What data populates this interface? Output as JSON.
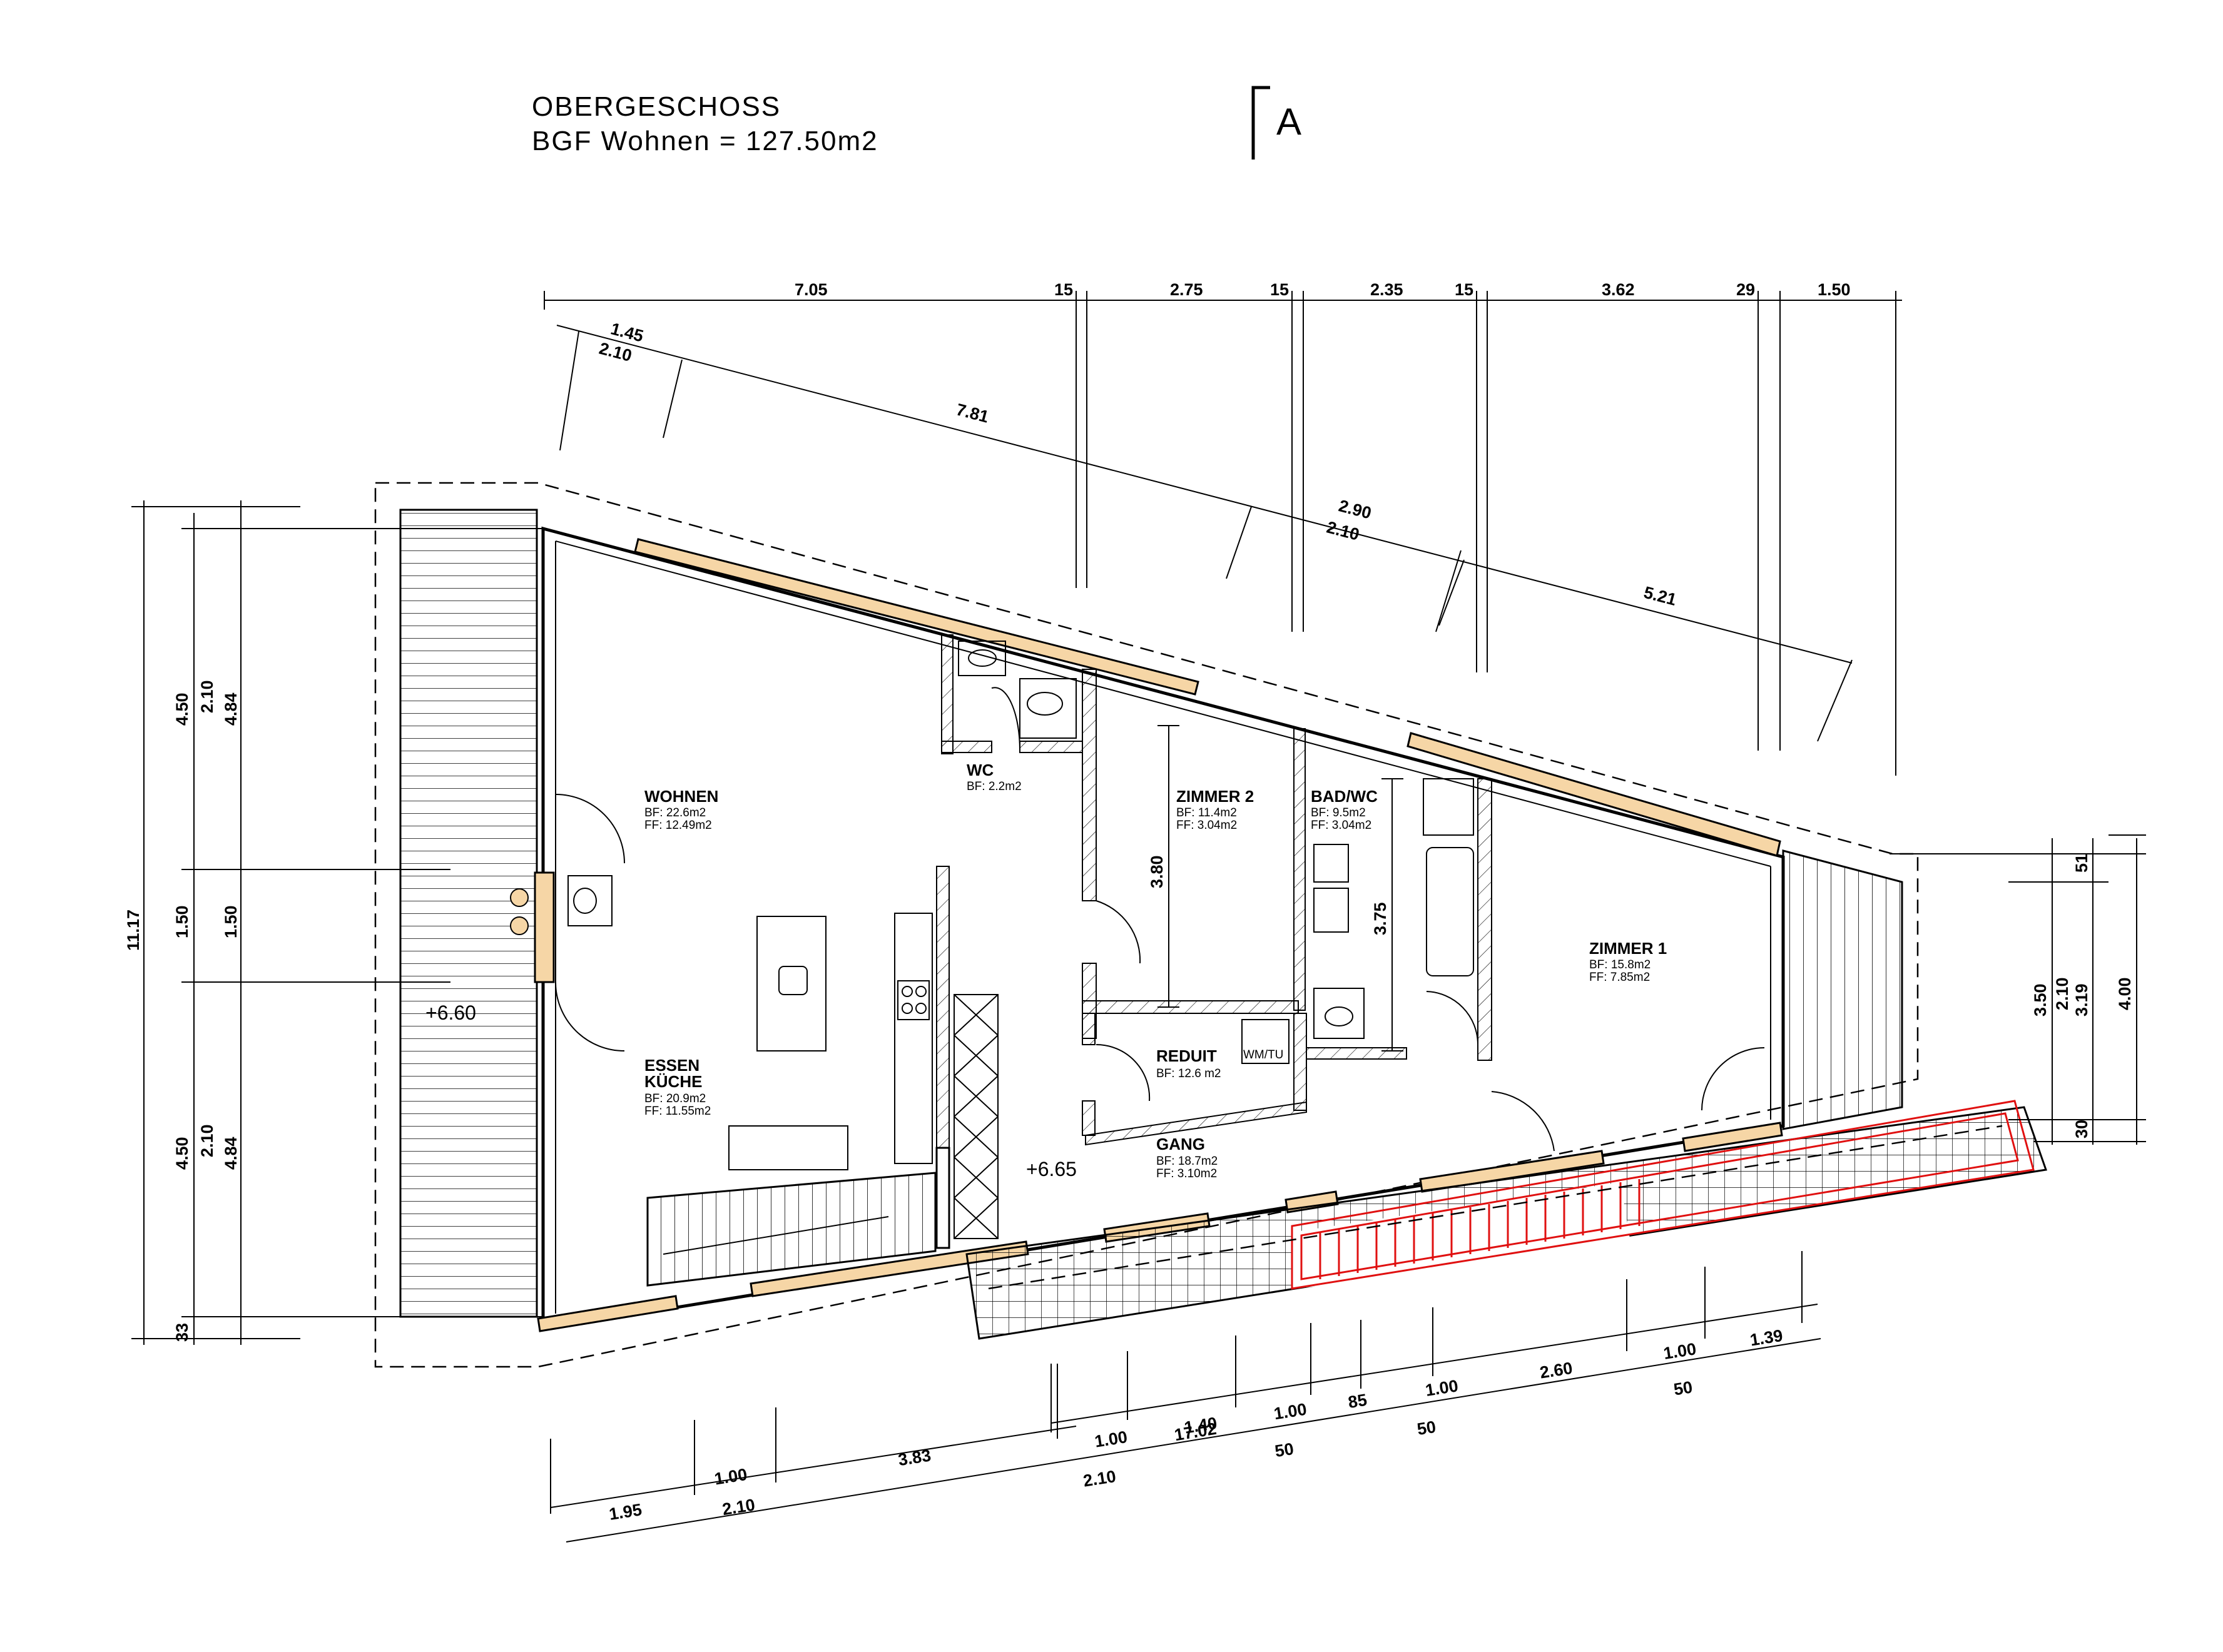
{
  "title": {
    "floor": "OBERGESCHOSS",
    "area": "BGF Wohnen = 127.50m2",
    "section_marker": "A"
  },
  "rooms": [
    {
      "name": "WOHNEN",
      "bf": "BF: 22.6m2",
      "ff": "FF: 12.49m2"
    },
    {
      "name": "WC",
      "bf": "BF: 2.2m2",
      "ff": ""
    },
    {
      "name": "ZIMMER 2",
      "bf": "BF: 11.4m2",
      "ff": "FF: 3.04m2"
    },
    {
      "name": "BAD/WC",
      "bf": "BF: 9.5m2",
      "ff": "FF: 3.04m2"
    },
    {
      "name": "ZIMMER 1",
      "bf": "BF: 15.8m2",
      "ff": "FF: 7.85m2"
    },
    {
      "name": "ESSEN",
      "name2": "KÜCHE",
      "bf": "BF: 20.9m2",
      "ff": "FF:  11.55m2"
    },
    {
      "name": "REDUIT",
      "bf": "BF: 12.6  m2",
      "ff": ""
    },
    {
      "name": "GANG",
      "bf": "BF: 18.7m2",
      "ff": "FF: 3.10m2"
    }
  ],
  "appliance_label": "WM/TU",
  "levels": [
    "+6.60",
    "+6.65"
  ],
  "dims_top": [
    "7.05",
    "15",
    "2.75",
    "15",
    "2.35",
    "15",
    "3.62",
    "29",
    "1.50"
  ],
  "dims_slope_top": [
    "1.45",
    "2.10",
    "7.81",
    "2.90",
    "2.10",
    "5.21"
  ],
  "dims_left": [
    "11.17",
    "4.50",
    "2.10",
    "4.84",
    "1.50",
    "1.50",
    "4.50",
    "2.10",
    "4.84",
    "33"
  ],
  "dims_room": [
    "3.80",
    "3.75"
  ],
  "dims_right": [
    "51",
    "3.50",
    "2.10",
    "3.19",
    "4.00",
    "30"
  ],
  "dims_bottom_row1": [
    "1.00",
    "1.40",
    "1.00",
    "85",
    "1.00",
    "2.60",
    "1.00",
    "1.39"
  ],
  "dims_bottom_row2": [
    "2.10",
    "50",
    "50",
    "50"
  ],
  "dims_bottom_row3": [
    "1.95",
    "1.00",
    "2.10",
    "3.83",
    "17.02"
  ]
}
